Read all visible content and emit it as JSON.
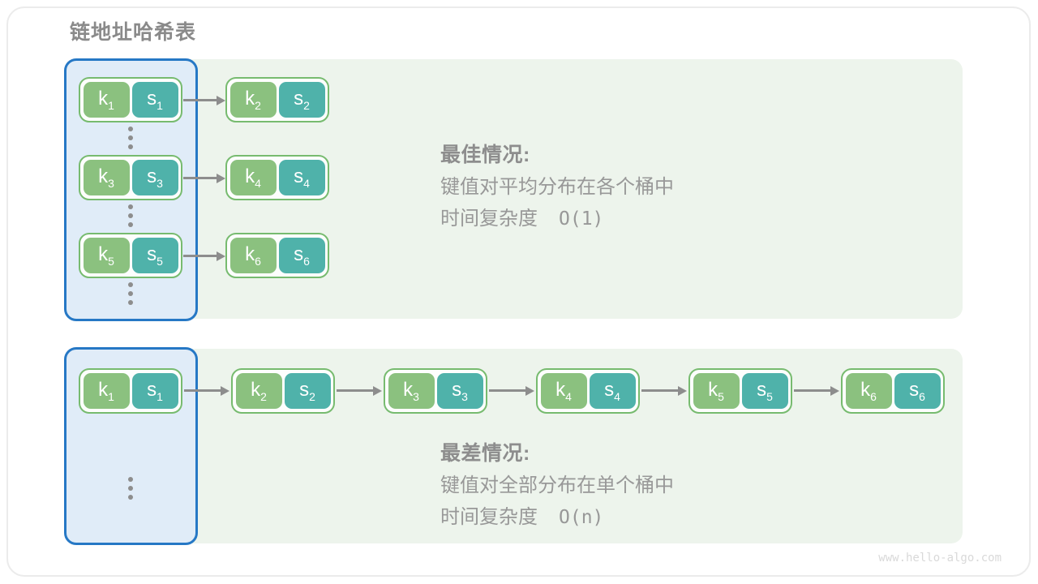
{
  "title": "链地址哈希表",
  "watermark": "www.hello-algo.com",
  "colors": {
    "key_green": "#8bc17f",
    "value_teal": "#4fb2aa",
    "pair_border_green": "#77bb6f",
    "bucket_border_blue": "#2678c5",
    "bucket_fill_blue": "#e0ecf8",
    "panel_fill_green": "#edf4ec",
    "arrow_gray": "#8d8d8d",
    "text_gray": "#989898"
  },
  "top": {
    "bucket_pairs": [
      {
        "k": "k",
        "ksub": "1",
        "s": "s",
        "ssub": "1"
      },
      {
        "k": "k",
        "ksub": "3",
        "s": "s",
        "ssub": "3"
      },
      {
        "k": "k",
        "ksub": "5",
        "s": "s",
        "ssub": "5"
      }
    ],
    "chain_pairs": [
      {
        "k": "k",
        "ksub": "2",
        "s": "s",
        "ssub": "2"
      },
      {
        "k": "k",
        "ksub": "4",
        "s": "s",
        "ssub": "4"
      },
      {
        "k": "k",
        "ksub": "6",
        "s": "s",
        "ssub": "6"
      }
    ],
    "caption": {
      "heading": "最佳情况:",
      "desc": "键值对平均分布在各个桶中",
      "complexity_label": "时间复杂度",
      "complexity": "O(1)"
    }
  },
  "bottom": {
    "chain_pairs": [
      {
        "k": "k",
        "ksub": "1",
        "s": "s",
        "ssub": "1"
      },
      {
        "k": "k",
        "ksub": "2",
        "s": "s",
        "ssub": "2"
      },
      {
        "k": "k",
        "ksub": "3",
        "s": "s",
        "ssub": "3"
      },
      {
        "k": "k",
        "ksub": "4",
        "s": "s",
        "ssub": "4"
      },
      {
        "k": "k",
        "ksub": "5",
        "s": "s",
        "ssub": "5"
      },
      {
        "k": "k",
        "ksub": "6",
        "s": "s",
        "ssub": "6"
      }
    ],
    "caption": {
      "heading": "最差情况:",
      "desc": "键值对全部分布在单个桶中",
      "complexity_label": "时间复杂度",
      "complexity": "O(n)"
    }
  }
}
